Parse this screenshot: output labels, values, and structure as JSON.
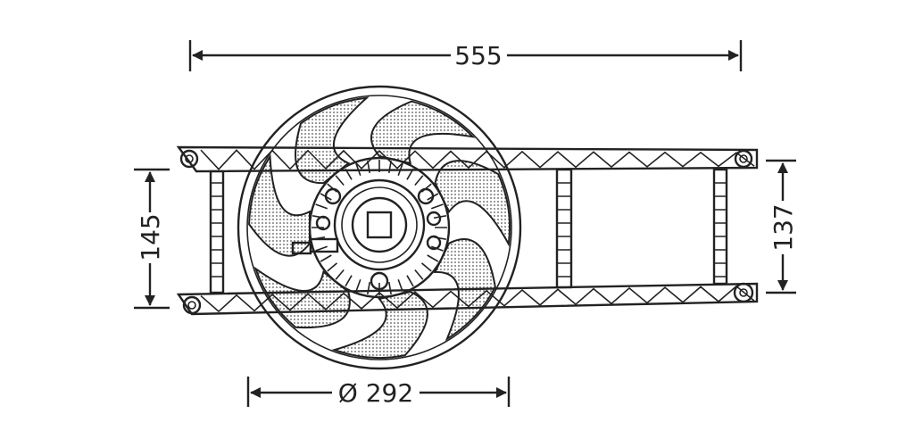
{
  "dimensions": {
    "overall_width": "555",
    "left_height": "145",
    "right_height": "137",
    "fan_diameter": "Ø 292"
  },
  "colors": {
    "ink": "#222222",
    "background": "#ffffff"
  }
}
